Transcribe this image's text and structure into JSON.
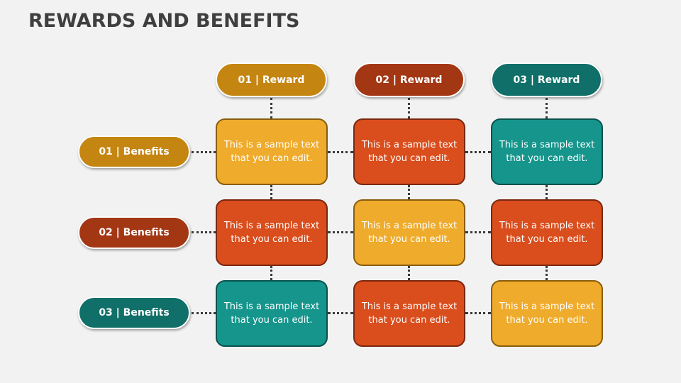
{
  "title": "REWARDS AND BENEFITS",
  "colors": {
    "background": "#f2f2f2",
    "title": "#3f3f3f",
    "gold_pill": "#c48511",
    "rust_pill": "#a33714",
    "teal_pill": "#106f68",
    "yellow_card": "#efab2b",
    "orange_card": "#da4d1c",
    "teal_card": "#15958c"
  },
  "rewards": [
    {
      "label": "01 | Reward",
      "color": "#c48511"
    },
    {
      "label": "02 | Reward",
      "color": "#a33714"
    },
    {
      "label": "03 | Reward",
      "color": "#106f68"
    }
  ],
  "benefits": [
    {
      "label": "01 | Benefits",
      "color": "#c48511"
    },
    {
      "label": "02 | Benefits",
      "color": "#a33714"
    },
    {
      "label": "03 | Benefits",
      "color": "#106f68"
    }
  ],
  "grid": [
    [
      {
        "text": "This is a sample text that you can edit.",
        "color": "yellow"
      },
      {
        "text": "This is a sample text that you can edit.",
        "color": "orange"
      },
      {
        "text": "This is a sample text that you can edit.",
        "color": "teal"
      }
    ],
    [
      {
        "text": "This is a sample text that you can edit.",
        "color": "orange"
      },
      {
        "text": "This is a sample text that you can edit.",
        "color": "yellow"
      },
      {
        "text": "This is a sample text that you can edit.",
        "color": "orange"
      }
    ],
    [
      {
        "text": "This is a sample text that you can edit.",
        "color": "teal"
      },
      {
        "text": "This is a sample text that you can edit.",
        "color": "orange"
      },
      {
        "text": "This is a sample text that you can edit.",
        "color": "yellow"
      }
    ]
  ]
}
